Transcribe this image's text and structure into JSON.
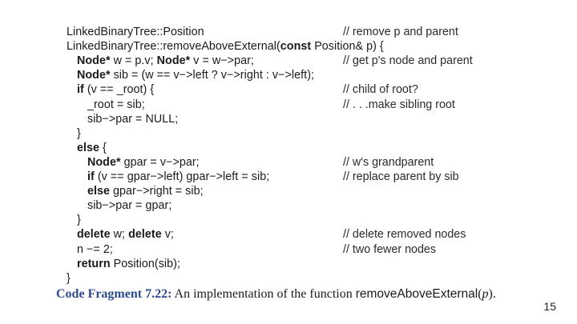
{
  "code_lines": [
    {
      "indent": 0,
      "html": "LinkedBinaryTree::Position",
      "comment": "// remove p and parent"
    },
    {
      "indent": 0,
      "html": "LinkedBinaryTree::removeAboveExternal(<b>const</b> Position&amp; p) {",
      "comment": ""
    },
    {
      "indent": 1,
      "html": "<b>Node*</b> w = p.v; <b>Node*</b> v = w−>par;",
      "comment": "// get p's node and parent"
    },
    {
      "indent": 1,
      "html": "<b>Node*</b> sib = (w == v−>left ? v−>right : v−>left);",
      "comment": ""
    },
    {
      "indent": 1,
      "html": "<b>if</b> (v == _root) {",
      "comment": "// child of root?"
    },
    {
      "indent": 2,
      "html": "_root = sib;",
      "comment": "// . . .make sibling root"
    },
    {
      "indent": 2,
      "html": "sib−>par = NULL;",
      "comment": ""
    },
    {
      "indent": 1,
      "html": "}",
      "comment": ""
    },
    {
      "indent": 1,
      "html": "<b>else</b> {",
      "comment": ""
    },
    {
      "indent": 2,
      "html": "<b>Node*</b> gpar = v−>par;",
      "comment": "// w's grandparent"
    },
    {
      "indent": 2,
      "html": "<b>if</b> (v == gpar−>left) gpar−>left = sib;",
      "comment": "// replace parent by sib"
    },
    {
      "indent": 2,
      "html": "<b>else</b> gpar−>right = sib;",
      "comment": ""
    },
    {
      "indent": 2,
      "html": "sib−>par = gpar;",
      "comment": ""
    },
    {
      "indent": 1,
      "html": "}",
      "comment": ""
    },
    {
      "indent": 1,
      "html": "<b>delete</b> w; <b>delete</b> v;",
      "comment": "// delete removed nodes"
    },
    {
      "indent": 1,
      "html": "n −= 2;",
      "comment": "// two fewer nodes"
    },
    {
      "indent": 1,
      "html": "<b>return</b> Position(sib);",
      "comment": ""
    },
    {
      "indent": 0,
      "html": "}",
      "comment": ""
    }
  ],
  "caption": {
    "label": "Code Fragment 7.22:",
    "text": " An implementation of the function ",
    "function_name": "removeAboveExternal",
    "arg_open": "(",
    "arg": "p",
    "arg_close": ")."
  },
  "page_number": "15"
}
